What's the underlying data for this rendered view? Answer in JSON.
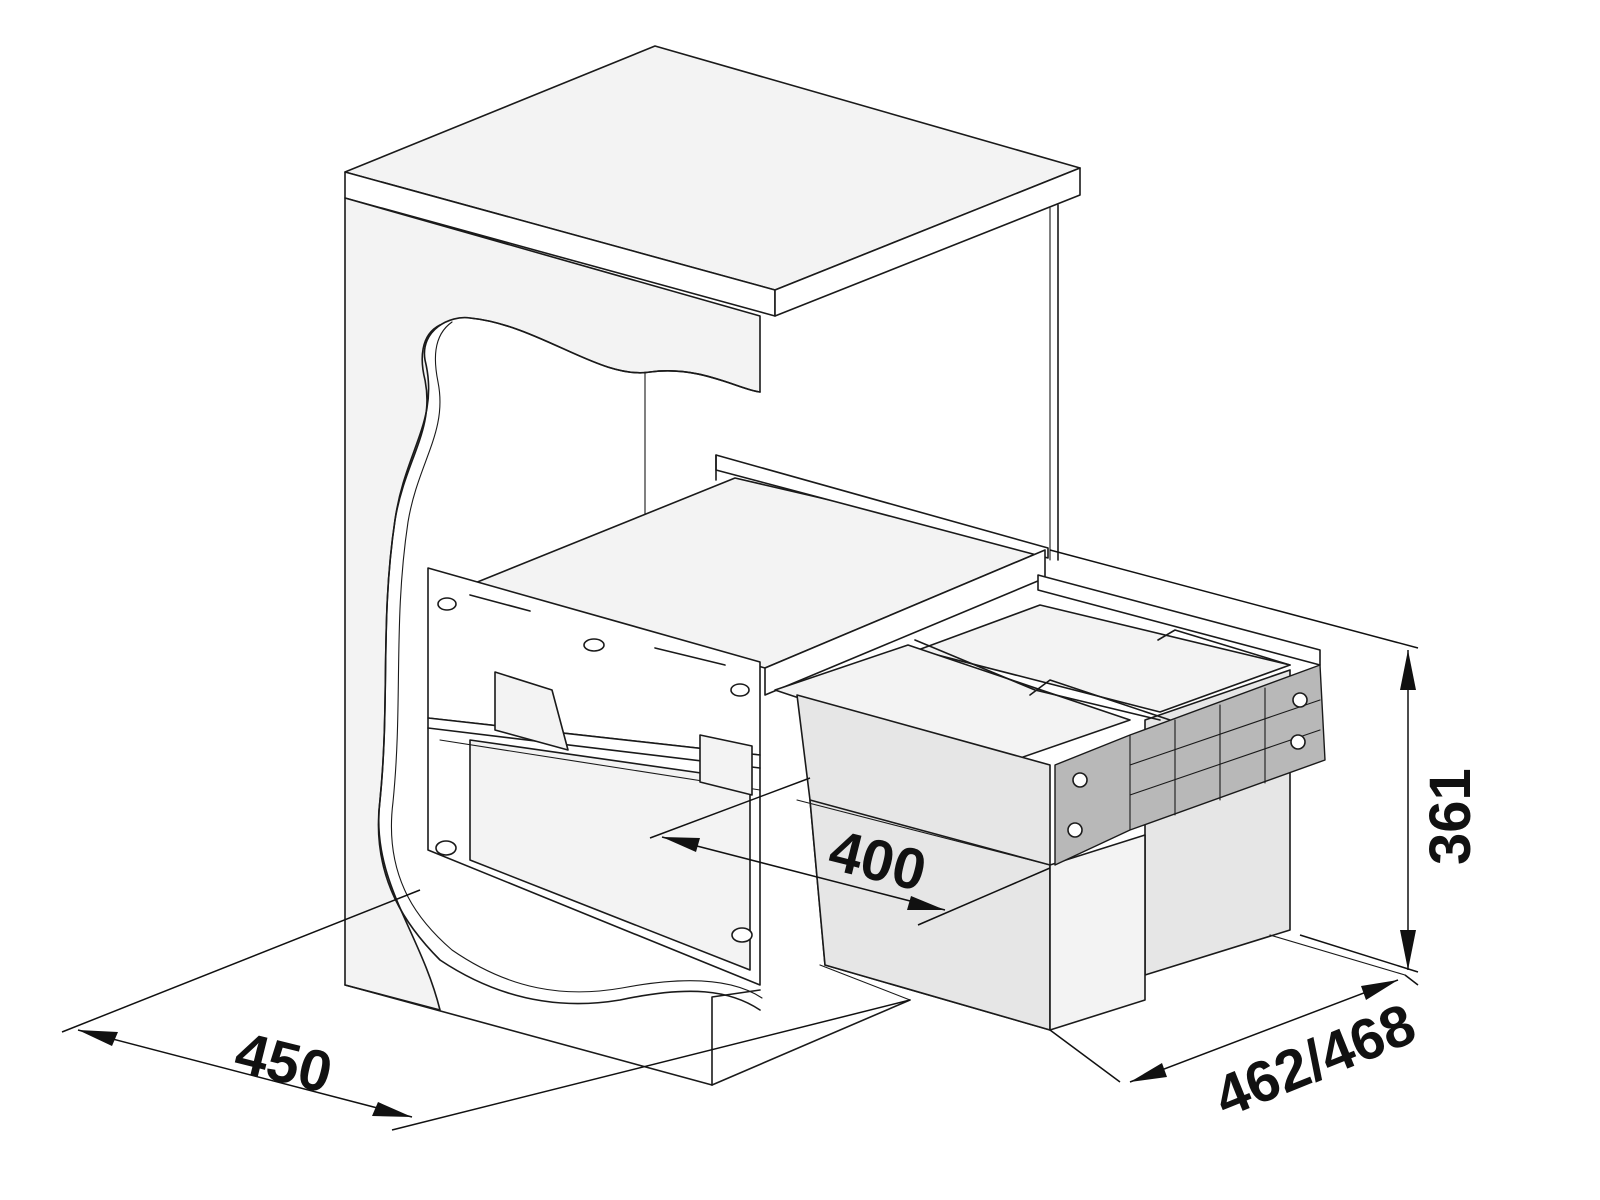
{
  "dimensions": {
    "width_450": "450",
    "drawer_400": "400",
    "depth_462_468": "462/468",
    "height_361": "361"
  },
  "colors": {
    "line": "#1a1a1a",
    "cabinet_face": "#f3f3f3",
    "bin_face": "#e6e6e6",
    "background": "#ffffff"
  }
}
